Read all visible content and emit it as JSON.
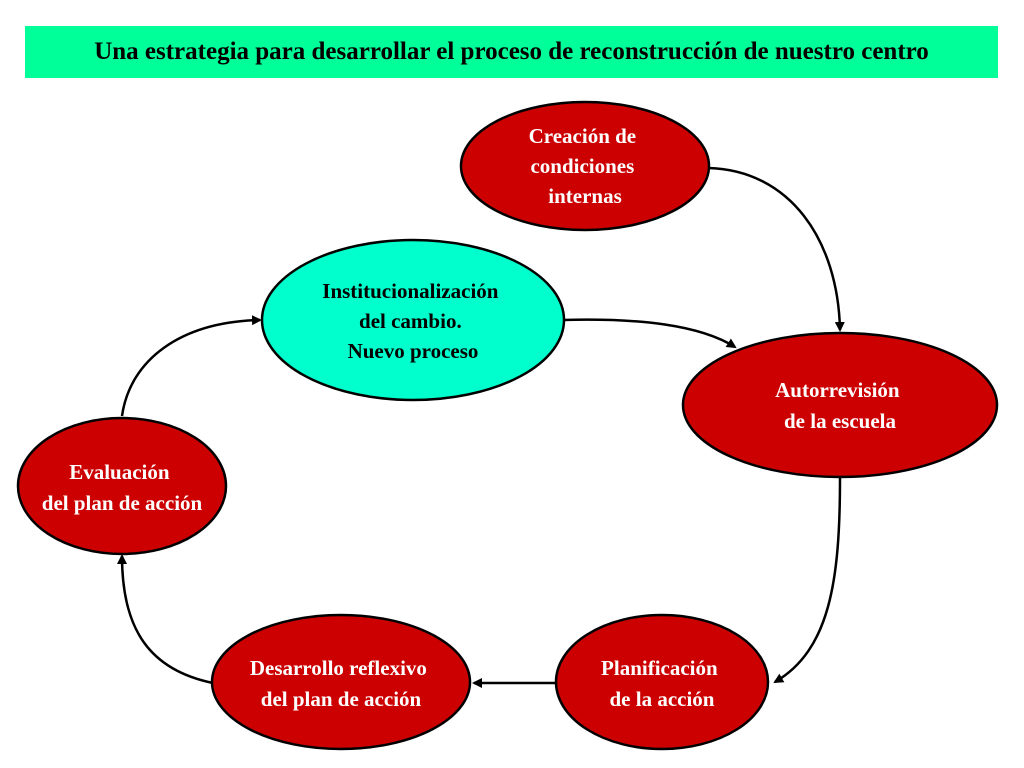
{
  "title": "Una estrategia para desarrollar el proceso de reconstrucción de nuestro centro",
  "colors": {
    "title_background": "#00ff99",
    "process_node_fill": "#cc0000",
    "highlight_node_fill": "#00ffcc",
    "outline": "#000000"
  },
  "nodes": {
    "creacion": {
      "lines": [
        "Creación de",
        "condiciones",
        "internas"
      ]
    },
    "institucionalizacion": {
      "lines": [
        "Institucionalización",
        "del cambio.",
        "Nuevo proceso"
      ]
    },
    "autorrevision": {
      "lines": [
        "Autorrevisión",
        "de la escuela"
      ]
    },
    "evaluacion": {
      "lines": [
        "Evaluación",
        "del plan de acción"
      ]
    },
    "desarrollo": {
      "lines": [
        "Desarrollo reflexivo",
        "del plan de acción"
      ]
    },
    "planificacion": {
      "lines": [
        "Planificación",
        "de la acción"
      ]
    }
  }
}
